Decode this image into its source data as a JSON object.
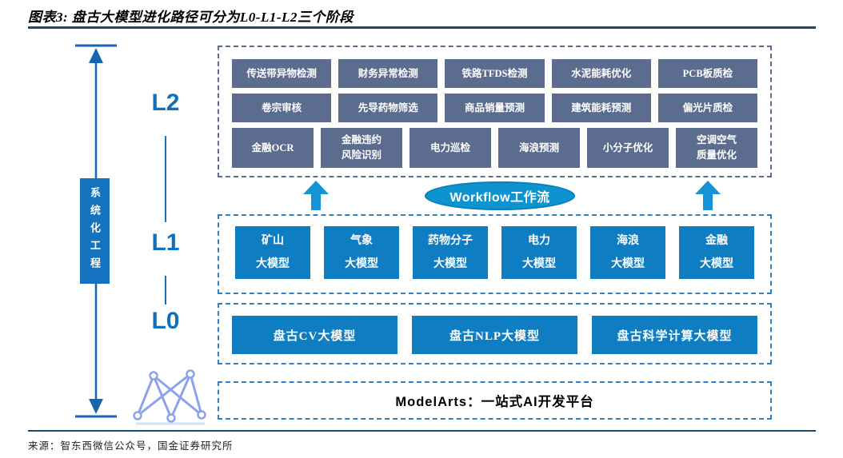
{
  "title": "图表3: 盘古大模型进化路径可分为L0-L1-L2三个阶段",
  "source": "来源：智东西微信公众号，国金证券研究所",
  "axis": {
    "label": "系统化工程"
  },
  "levels": {
    "l2": "L2",
    "l1": "L1",
    "l0": "L0"
  },
  "l2_grid": {
    "rows": [
      [
        "传送带异物检测",
        "财务异常检测",
        "铁路TFDS检测",
        "水泥能耗优化",
        "PCB板质检"
      ],
      [
        "卷宗审核",
        "先导药物筛选",
        "商品销量预测",
        "建筑能耗预测",
        "偏光片质检"
      ],
      [
        "金融OCR",
        "金融违约\n风险识别",
        "电力巡检",
        "海浪预测",
        "小分子优化",
        "空调空气\n质量优化"
      ]
    ]
  },
  "workflow": {
    "label": "Workflow工作流"
  },
  "l1_models": [
    "矿山\n大模型",
    "气象\n大模型",
    "药物分子\n大模型",
    "电力\n大模型",
    "海浪\n大模型",
    "金融\n大模型"
  ],
  "l0_models": [
    "盘古CV大模型",
    "盘古NLP大模型",
    "盘古科学计算大模型"
  ],
  "platform": {
    "label": "ModelArts：一站式AI开发平台"
  },
  "icons": {
    "up_arrow": "up-arrow",
    "double_arrow": "vertical-double-ended-arrow",
    "logo": "network-graph-logo"
  },
  "colors": {
    "slate_box": "#5B6C8F",
    "blue_box": "#0E7DC2",
    "workflow_blue": "#0D93CE",
    "dashed_border_blue": "#2F7FC1",
    "level_label_blue": "#1170BE",
    "axis_arrow_blue": "#1565B0",
    "logo_periwinkle": "#8CA3EC",
    "rule_navy": "#17496E"
  }
}
